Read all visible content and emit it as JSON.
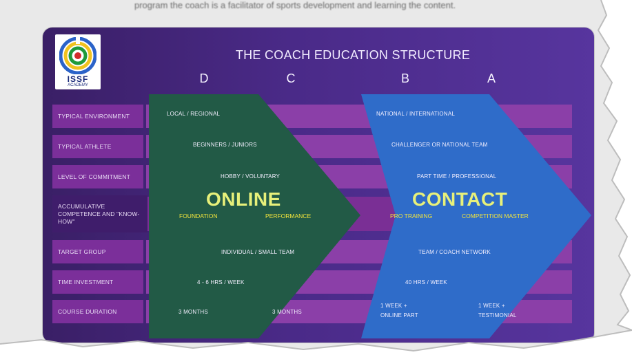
{
  "caption": "program the coach is a facilitator of sports development and learning the content.",
  "logo": {
    "brand": "ISSF",
    "sub": "ACADEMY"
  },
  "title": "THE COACH EDUCATION STRUCTURE",
  "levels": [
    "D",
    "C",
    "B",
    "A"
  ],
  "rows": [
    {
      "label": "TYPICAL ENVIRONMENT",
      "online": "LOCAL / REGIONAL",
      "contact": "NATIONAL / INTERNATIONAL"
    },
    {
      "label": "TYPICAL ATHLETE",
      "online": "BEGINNERS / JUNIORS",
      "contact": "CHALLENGER OR NATIONAL TEAM"
    },
    {
      "label": "LEVEL OF COMMITMENT",
      "online": "HOBBY / VOLUNTARY",
      "contact": "PART TIME / PROFESSIONAL"
    },
    {
      "label": "ACCUMULATIVE COMPETENCE AND \"KNOW-HOW\"",
      "online": "",
      "contact": ""
    },
    {
      "label": "TARGET GROUP",
      "online": "INDIVIDUAL / SMALL TEAM",
      "contact": "TEAM / COACH NETWORK"
    },
    {
      "label": "TIME INVESTMENT",
      "online": "4 - 6 HRS / WEEK",
      "contact": "40 HRS / WEEK"
    },
    {
      "label": "COURSE DURATION",
      "online": "",
      "contact": ""
    }
  ],
  "online": {
    "label": "ONLINE",
    "left": "FOUNDATION",
    "right": "PERFORMANCE",
    "duration_d": "3 MONTHS",
    "duration_c": "3 MONTHS"
  },
  "contact": {
    "label": "CONTACT",
    "left": "PRO TRAINING",
    "right": "COMPETITION MASTER",
    "duration_b_1": "1 WEEK +",
    "duration_b_2": "ONLINE PART",
    "duration_a_1": "1 WEEK +",
    "duration_a_2": "TESTIMONIAL"
  },
  "colors": {
    "online_arrow": "#225a46",
    "contact_arrow": "#2f6cc9",
    "band": "#8b3fa8",
    "accent_yellow": "#f3e53c"
  }
}
